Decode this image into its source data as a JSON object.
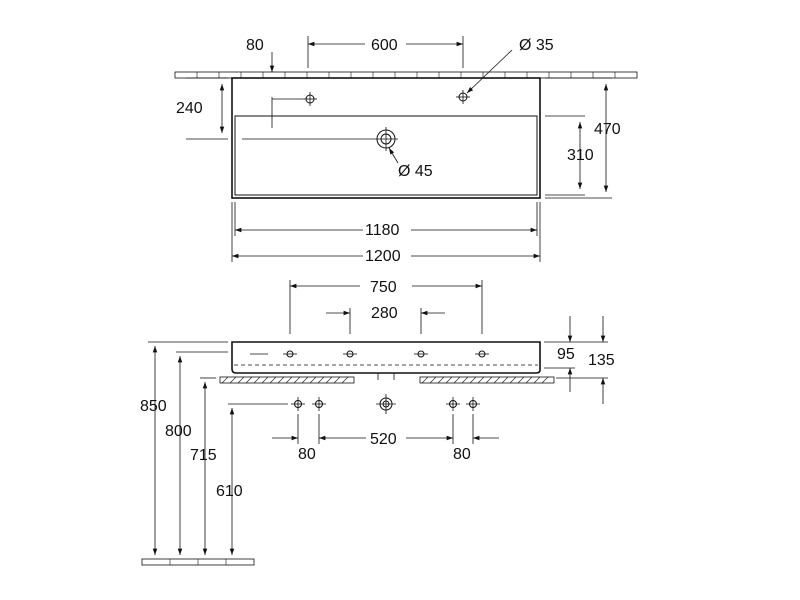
{
  "top_view": {
    "offset_80": "80",
    "spacing_600": "600",
    "tap_hole_diameter": "Ø 35",
    "depth_240": "240",
    "depth_470": "470",
    "bowl_depth_310": "310",
    "waste_diameter": "Ø 45",
    "inner_width_1180": "1180",
    "outer_width_1200": "1200"
  },
  "front_view": {
    "width_750": "750",
    "spacing_280": "280",
    "height_95": "95",
    "height_135": "135",
    "height_850": "850",
    "height_800": "800",
    "height_715": "715",
    "height_610": "610",
    "offset_80_left": "80",
    "spacing_520": "520",
    "offset_80_right": "80"
  }
}
